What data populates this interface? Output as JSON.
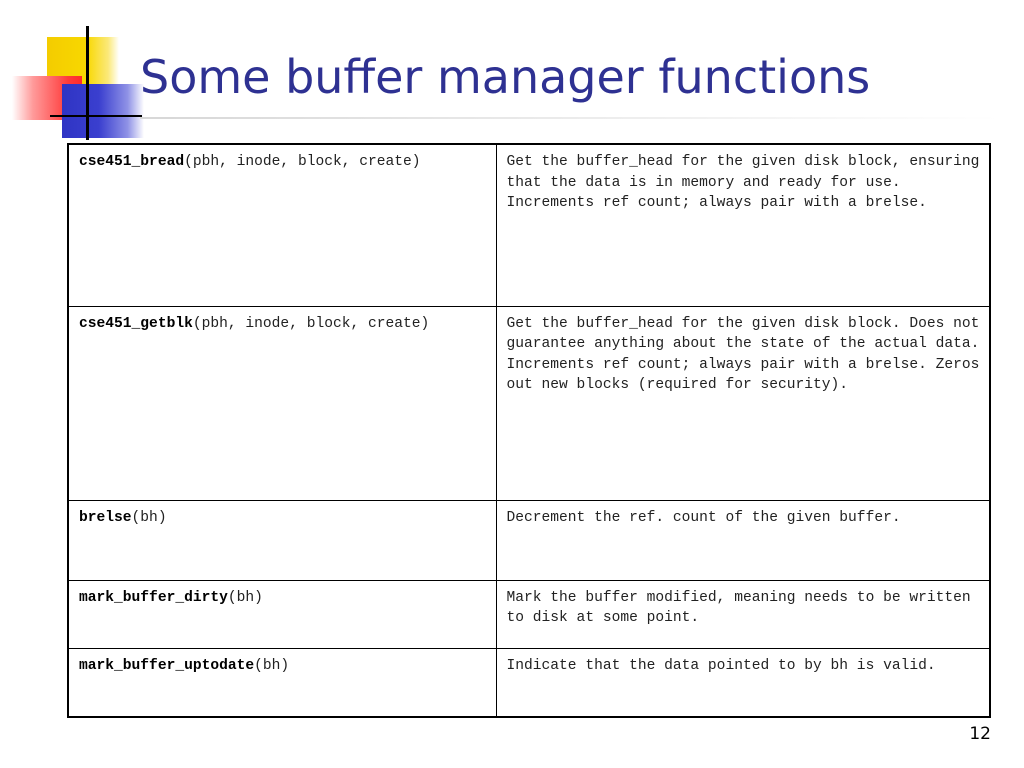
{
  "slide": {
    "title": "Some buffer manager functions",
    "page_number": "12",
    "colors": {
      "title": "#2e3192",
      "deco_yellow": "#f8d800",
      "deco_red": "#ff3b3b",
      "deco_blue": "#3a3fcf"
    }
  },
  "table": {
    "rows": [
      {
        "name": "cse451_bread",
        "args": "(pbh, inode, block, create)",
        "description": "Get the buffer_head for the given disk block, ensuring that the data is in memory and ready for use. Increments ref count; always pair with a brelse."
      },
      {
        "name": "cse451_getblk",
        "args": "(pbh, inode, block, create)",
        "description": "Get the buffer_head for the given disk block. Does not guarantee anything about the state of the actual data. Increments ref count; always pair with a brelse. Zeros out new blocks (required for security)."
      },
      {
        "name": "brelse",
        "args": "(bh)",
        "description": "Decrement the ref. count of the given buffer."
      },
      {
        "name": "mark_buffer_dirty",
        "args": "(bh)",
        "description": "Mark the buffer modified, meaning needs to be written to disk at some point."
      },
      {
        "name": "mark_buffer_uptodate",
        "args": "(bh)",
        "description": "Indicate that the data pointed to by bh is valid."
      }
    ]
  }
}
